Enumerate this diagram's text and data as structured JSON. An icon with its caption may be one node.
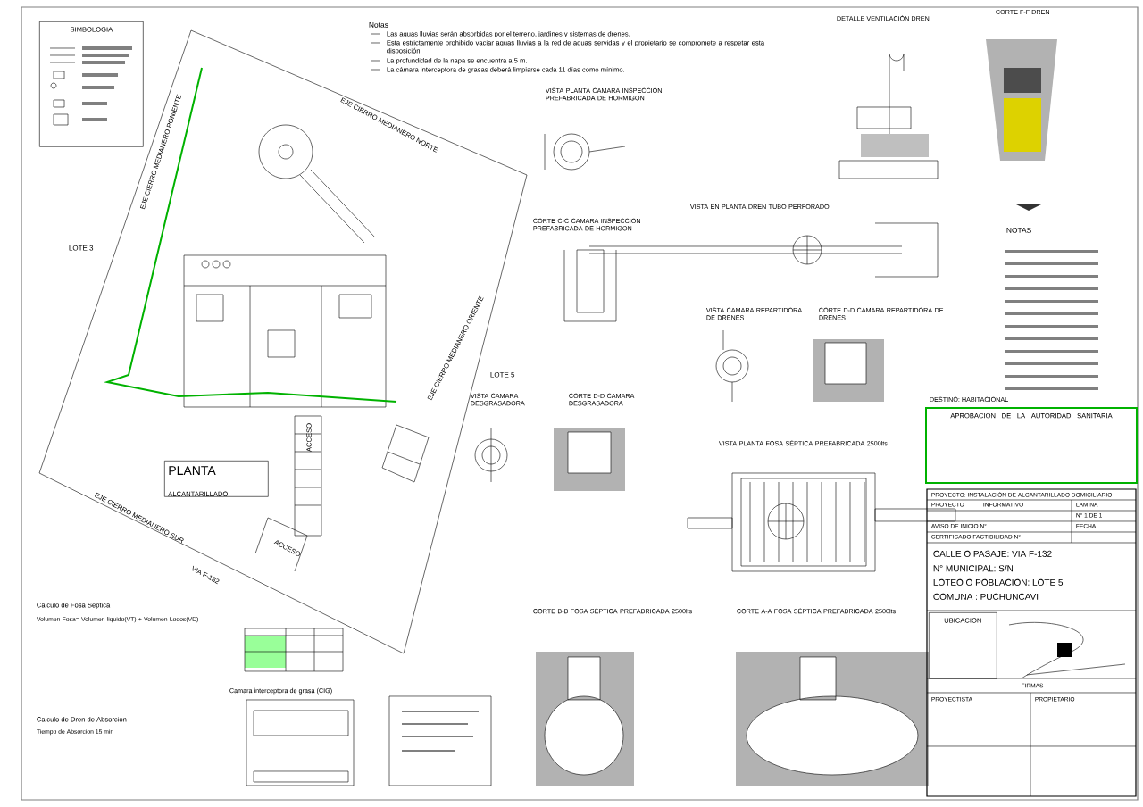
{
  "diagram": {
    "nodes": [
      {
        "text": [
          "SIMBOLOGIA"
        ]
      },
      {
        "text": [
          "PLANTA",
          "ALCANTARILLADO"
        ]
      },
      {
        "text": [
          "APROBACION DE LA AUTORIDAD SANITARIA"
        ]
      },
      {
        "text": [
          "UBICACION"
        ]
      }
    ],
    "labels": [
      "Notas",
      "Las aguas lluvias serán absorbidas por el terreno, jardines y sistemas de drenes.",
      "Esta estrictamente prohibido vaciar aguas lluvias a la red de aguas servidas y el propietario se compromete a respetar esta disposición.",
      "La profundidad de la napa se encuentra a 5 m.",
      "La cámara interceptora de grasas deberá limpiarse cada 11 días como mínimo.",
      "DETALLE VENTILACIÓN DREN",
      "CORTE F-F DREN",
      "EJE CIERRO MEDIANERO PONIENTE",
      "EJE CIERRO MEDIANERO NORTE",
      "VISTA PLANTA CAMARA INSPECCION PREFABRICADA DE HORMIGON",
      "VISTA EN PLANTA DREN TUBO PERFORADO",
      "CORTE C-C CAMARA INSPECCION PREFABRICADA DE HORMIGON",
      "NOTAS",
      "LOTE 3",
      "VISTA CAMARA REPARTIDORA DE DRENES",
      "CORTE D-D CAMARA REPARTIDORA DE DRENES",
      "EJE CIERRO MEDIANERO ORIENTE",
      "LOTE 5",
      "VISTA CAMARA DESGRASADORA",
      "CORTE D-D CAMARA DESGRASADORA",
      "DESTINO: HABITACIONAL",
      "ACCESO",
      "VISTA PLANTA FOSA SÉPTICA PREFABRICADA 2500lts",
      "PROYECTO: INSTALACIÓN DE ALCANTARILLADO DOMICILIARIO",
      "PROYECTO",
      "INFORMATIVO",
      "LAMINA",
      "N° 1 DE 1",
      "AVISO DE INICIO N°",
      "FECHA",
      "CERTIFICADO FACTIBILIDAD N°",
      "CALLE O PASAJE: VIA F-132",
      "N° MUNICIPAL: S/N",
      "EJE CIERRO MEDIANERO SUR",
      "ACCESO",
      "VIA F-132",
      "LOTEO O POBLACION: LOTE 5",
      "COMUNA : PUCHUNCAVI",
      "Calculo de Fosa Septica",
      "Volumen Fosa= Volumen liquido(VT) + Volumen Lodos(VD)",
      "CORTE B-B FOSA SÉPTICA PREFABRICADA 2500lts",
      "CORTE A-A FOSA SÉPTICA PREFABRICADA 2500lts",
      "Camara interceptora de grasa (CIG)",
      "FIRMAS",
      "PROYECTISTA",
      "PROPIETARIO",
      "Calculo de Dren de Absorcion",
      "Tiempo de Absorcion 15 min"
    ]
  }
}
